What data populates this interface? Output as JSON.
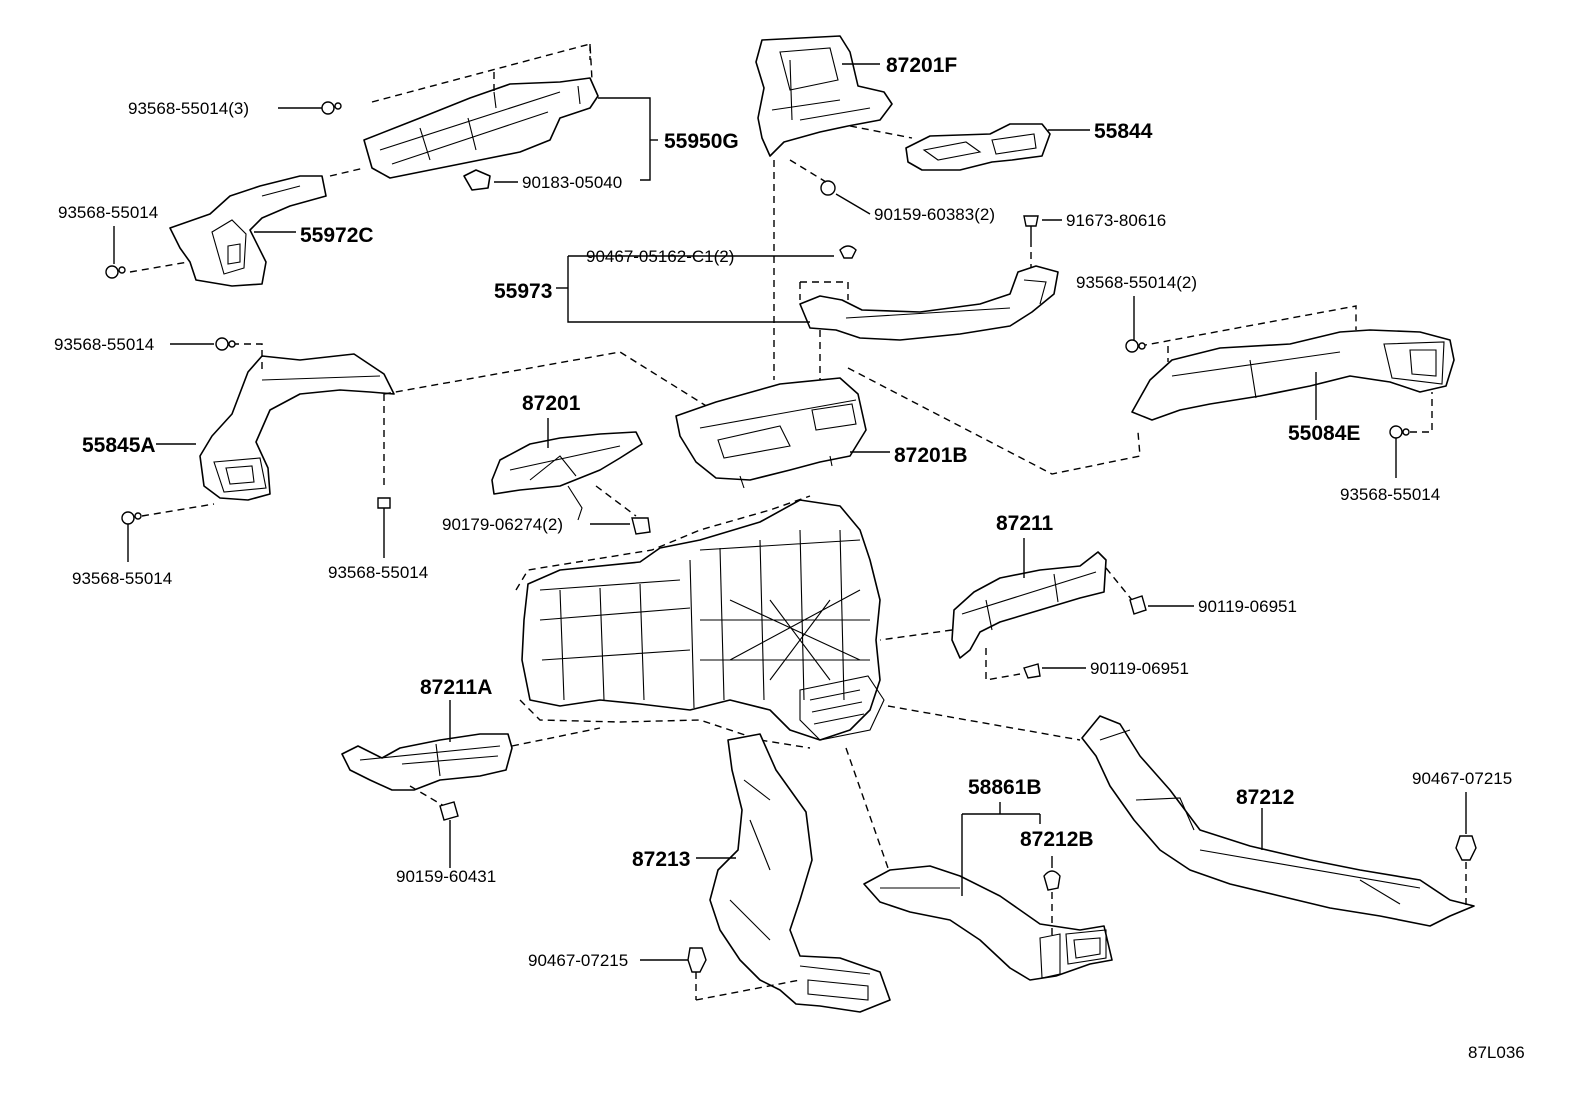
{
  "diagram": {
    "part_labels": {
      "p87201F": "87201F",
      "p55844": "55844",
      "p55950G": "55950G",
      "p93568_55014_3": "93568-55014(3)",
      "p90183_05040": "90183-05040",
      "p93568_55014_a": "93568-55014",
      "p55972C": "55972C",
      "p90159_60383_2": "90159-60383(2)",
      "p91673_80616": "91673-80616",
      "p90467_05162_C1_2": "90467-05162-C1(2)",
      "p55973": "55973",
      "p93568_55014_2": "93568-55014(2)",
      "p93568_55014_b": "93568-55014",
      "p55845A": "55845A",
      "p87201": "87201",
      "p87201B": "87201B",
      "p55084E": "55084E",
      "p93568_55014_c": "93568-55014",
      "p90179_06274_2": "90179-06274(2)",
      "p93568_55014_d": "93568-55014",
      "p93568_55014_e": "93568-55014",
      "p87211": "87211",
      "p90119_06951_a": "90119-06951",
      "p90119_06951_b": "90119-06951",
      "p87211A": "87211A",
      "p58861B": "58861B",
      "p87212B": "87212B",
      "p87212": "87212",
      "p90467_07215_a": "90467-07215",
      "p90159_60431": "90159-60431",
      "p87213": "87213",
      "p90467_07215_b": "90467-07215"
    },
    "diagram_code": "87L036"
  }
}
